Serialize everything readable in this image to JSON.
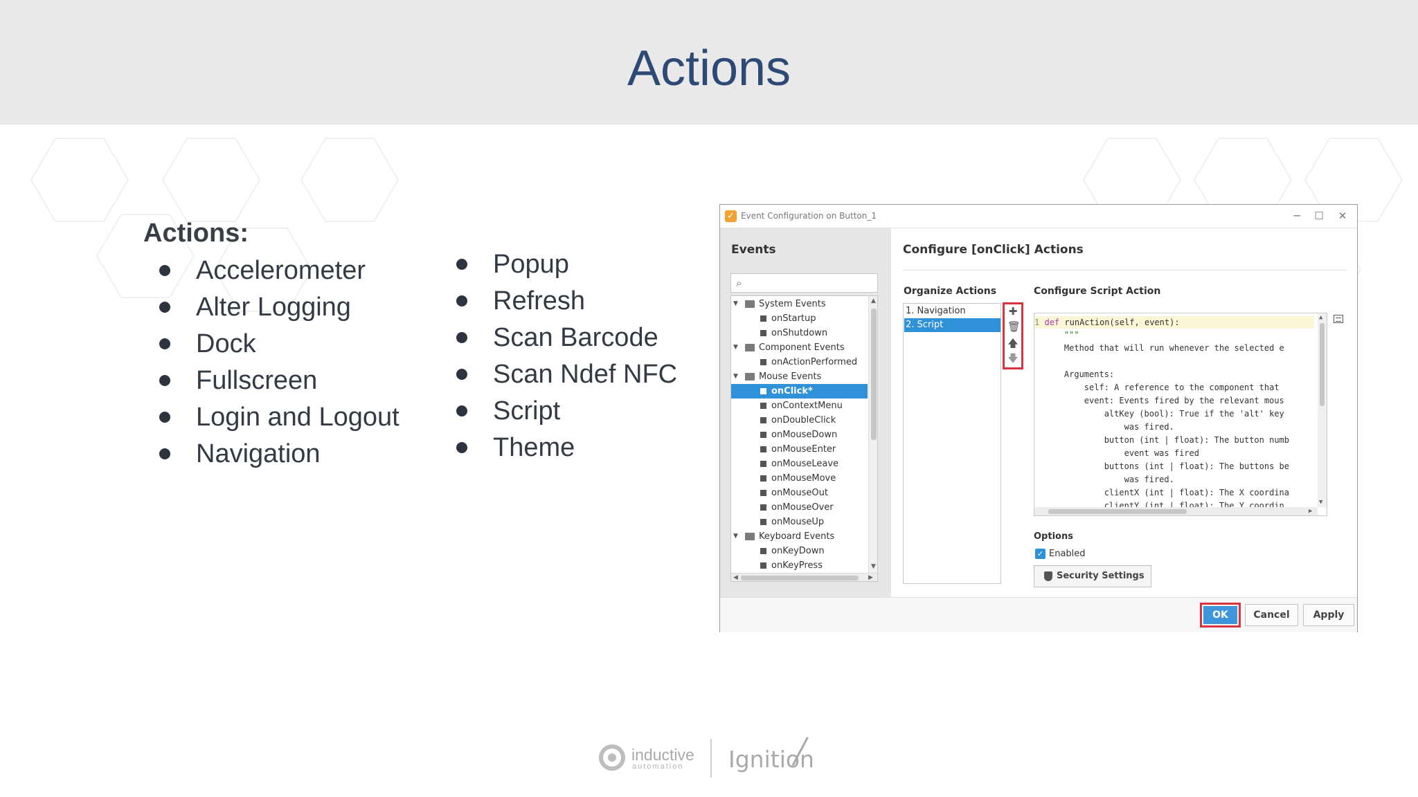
{
  "slide": {
    "title": "Actions",
    "list_heading": "Actions:",
    "column_1": [
      "Accelerometer",
      "Alter Logging",
      "Dock",
      "Fullscreen",
      "Login and Logout",
      "Navigation"
    ],
    "column_2": [
      "Popup",
      "Refresh",
      "Scan Barcode",
      "Scan Ndef NFC",
      "Script",
      "Theme"
    ]
  },
  "dialog": {
    "title": "Event Configuration on Button_1",
    "events_title": "Events",
    "tree": [
      {
        "label": "System Events",
        "kind": "folder"
      },
      {
        "label": "onStartup",
        "kind": "leaf"
      },
      {
        "label": "onShutdown",
        "kind": "leaf"
      },
      {
        "label": "Component Events",
        "kind": "folder"
      },
      {
        "label": "onActionPerformed",
        "kind": "leaf"
      },
      {
        "label": "Mouse Events",
        "kind": "folder"
      },
      {
        "label": "onClick*",
        "kind": "leaf",
        "selected": true
      },
      {
        "label": "onContextMenu",
        "kind": "leaf"
      },
      {
        "label": "onDoubleClick",
        "kind": "leaf"
      },
      {
        "label": "onMouseDown",
        "kind": "leaf"
      },
      {
        "label": "onMouseEnter",
        "kind": "leaf"
      },
      {
        "label": "onMouseLeave",
        "kind": "leaf"
      },
      {
        "label": "onMouseMove",
        "kind": "leaf"
      },
      {
        "label": "onMouseOut",
        "kind": "leaf"
      },
      {
        "label": "onMouseOver",
        "kind": "leaf"
      },
      {
        "label": "onMouseUp",
        "kind": "leaf"
      },
      {
        "label": "Keyboard Events",
        "kind": "folder"
      },
      {
        "label": "onKeyDown",
        "kind": "leaf"
      },
      {
        "label": "onKeyPress",
        "kind": "leaf"
      }
    ],
    "configure_title": "Configure [onClick] Actions",
    "organize_title": "Organize Actions",
    "organize_items": [
      {
        "label": "1. Navigation",
        "selected": false
      },
      {
        "label": "2. Script",
        "selected": true
      }
    ],
    "script_title": "Configure Script Action",
    "code": {
      "def_keyword": "def",
      "line_number": "1",
      "signature": "runAction(self, event):",
      "lines": [
        "    \"\"\"",
        "    Method that will run whenever the selected e",
        "",
        "    Arguments:",
        "        self: A reference to the component that",
        "        event: Events fired by the relevant mous",
        "            altKey (bool): True if the 'alt' key",
        "                was fired.",
        "            button (int | float): The button numb",
        "                event was fired",
        "            buttons (int | float): The buttons be",
        "                was fired.",
        "            clientX (int | float): The X coordina",
        "            clientY (int | float): The Y coordin"
      ]
    },
    "options_title": "Options",
    "enabled_label": "Enabled",
    "enabled_checked": true,
    "security_label": "Security Settings",
    "buttons": {
      "ok": "OK",
      "cancel": "Cancel",
      "apply": "Apply"
    },
    "accent_color": "#2f92d8",
    "highlight_color": "#d9323f"
  },
  "footer": {
    "brand_1": "inductive",
    "brand_1_sub": "automation",
    "brand_2": "Ignition"
  }
}
